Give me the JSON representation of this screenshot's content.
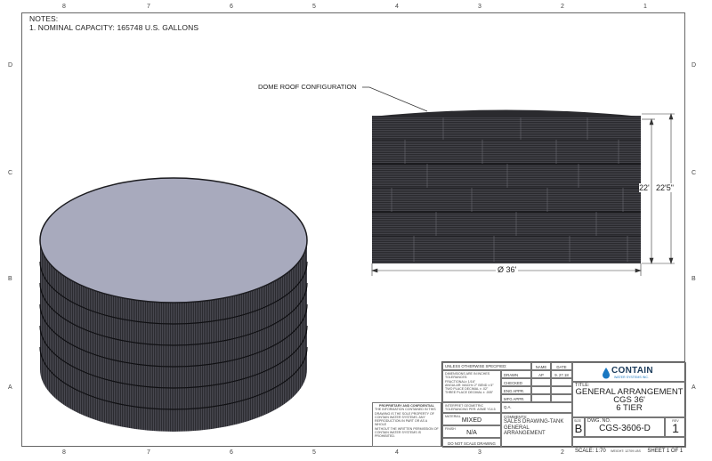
{
  "zones": {
    "top": [
      "8",
      "7",
      "6",
      "5",
      "4",
      "3",
      "2",
      "1"
    ],
    "rows": [
      "D",
      "C",
      "B",
      "A"
    ]
  },
  "notes": {
    "heading": "NOTES:",
    "line1": "1. NOMINAL CAPACITY: 165748 U.S. GALLONS"
  },
  "callout": "DOME ROOF CONFIGURATION",
  "dims": {
    "height": "22'",
    "overall_height": "22'5\"",
    "diameter": "Ø 36'"
  },
  "title_block": {
    "unless": "UNLESS OTHERWISE SPECIFIED:",
    "name_hdr": "NAME",
    "date_hdr": "DATE",
    "dims_text": [
      "DIMENSIONS ARE IN INCHES",
      "TOLERANCES:",
      "FRACTIONAL± 1/16\"",
      "ANGULAR: MACH± 2° BEND ± 5°",
      "TWO PLACE DECIMAL   ± .02\"",
      "THREE PLACE DECIMAL  ± .005\""
    ],
    "drawn": "DRAWN",
    "drawn_name": "AP",
    "drawn_date": "9. 27.18",
    "checked": "CHECKED",
    "eng_appr": "ENG APPR.",
    "mfg_appr": "MFG APPR.",
    "interp": [
      "INTERPRET GEOMETRIC",
      "TOLERANCING PER: ASME Y14.5"
    ],
    "qa": "Q.A.",
    "material_lbl": "MATERIAL",
    "material": "MIXED",
    "finish_lbl": "FINISH",
    "finish": "N/A",
    "comments_lbl": "COMMENTS:",
    "comments": [
      "SALES DRAWING-TANK",
      "GENERAL ARRANGEMENT"
    ],
    "no_scale": "DO NOT SCALE DRAWING",
    "proprietary_hdr": "PROPRIETARY AND CONFIDENTIAL",
    "proprietary": [
      "THE INFORMATION CONTAINED IN THIS",
      "DRAWING IS THE SOLE PROPERTY OF",
      "CONTAIN WATER SYSTEMS.  ANY",
      "REPRODUCTION IN PART OR AS A WHOLE",
      "WITHOUT THE WRITTEN PERMISSION OF",
      "CONTAIN WATER SYSTEMS IS",
      "PROHIBITED."
    ],
    "logo_text": "CONTAIN",
    "logo_sub": "WATER SYSTEMS INC.",
    "title_lbl": "TITLE:",
    "title_lines": [
      "GENERAL ARRANGEMENT",
      "CGS 36'",
      "6 TIER"
    ],
    "size_lbl": "SIZE",
    "size": "B",
    "dwg_lbl": "DWG.  NO.",
    "dwg_no": "CGS-3606-D",
    "rev_lbl": "REV",
    "rev": "1",
    "scale": "SCALE: 1:70",
    "weight": "WEIGHT: 12709 LBS",
    "sheet": "SHEET 1 OF 1"
  },
  "colors": {
    "tank_body": "#2a2a2e",
    "tank_top": "#a7a9bc",
    "accent": "#1a78c2"
  }
}
